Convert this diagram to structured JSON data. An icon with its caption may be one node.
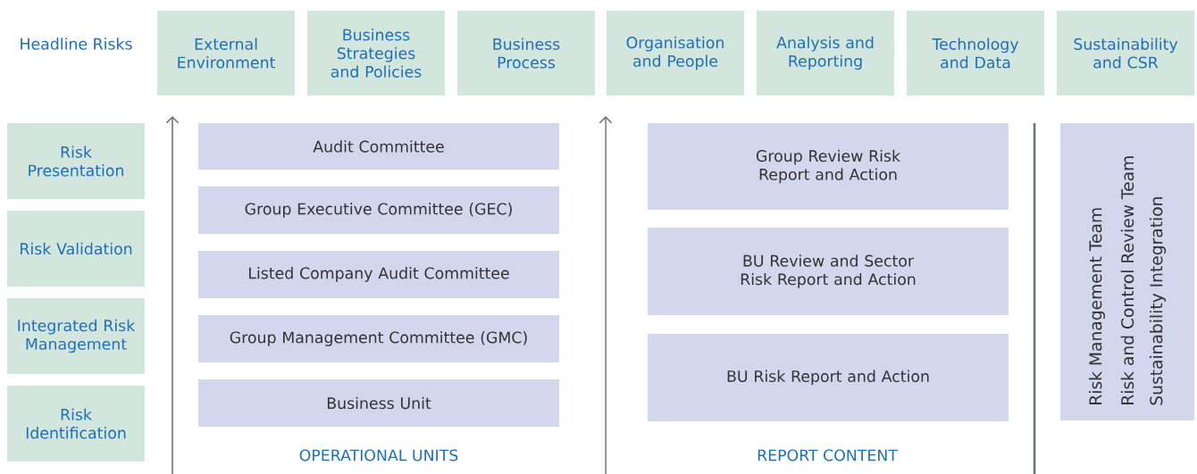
{
  "diagram": {
    "nodes": [
      {
        "text": [
          "External Environment"
        ]
      },
      {
        "text": [
          "Business Strategies and Policies"
        ]
      },
      {
        "text": [
          "Business Process"
        ]
      },
      {
        "text": [
          "Organisation and People"
        ]
      },
      {
        "text": [
          "Analysis and Reporting"
        ]
      },
      {
        "text": [
          "Technology and Data"
        ]
      },
      {
        "text": [
          "Sustainability and CSR"
        ]
      },
      {
        "text": [
          "Risk Presentation"
        ]
      },
      {
        "text": [
          "Risk Validation"
        ]
      },
      {
        "text": [
          "Integrated Risk Management"
        ]
      },
      {
        "text": [
          "Risk Identification"
        ]
      },
      {
        "text": [
          "Audit Committee"
        ]
      },
      {
        "text": [
          "Group Executive Committee (GEC)"
        ]
      },
      {
        "text": [
          "Listed Company Audit Committee"
        ]
      },
      {
        "text": [
          "Group Management Committee (GMC)"
        ]
      },
      {
        "text": [
          "Business Unit"
        ]
      },
      {
        "text": [
          "Group Review Risk Report and Action"
        ]
      },
      {
        "text": [
          "BU Review and Sector Risk Report and Action"
        ]
      },
      {
        "text": [
          "BU Risk Report and Action"
        ]
      },
      {
        "text": [
          "Risk Management Team",
          "Risk and Control Review Team",
          "Sustainability Integration"
        ]
      }
    ],
    "labels": [
      "Headline Risks",
      "OPERATIONAL UNITS",
      "REPORT CONTENT"
    ]
  }
}
